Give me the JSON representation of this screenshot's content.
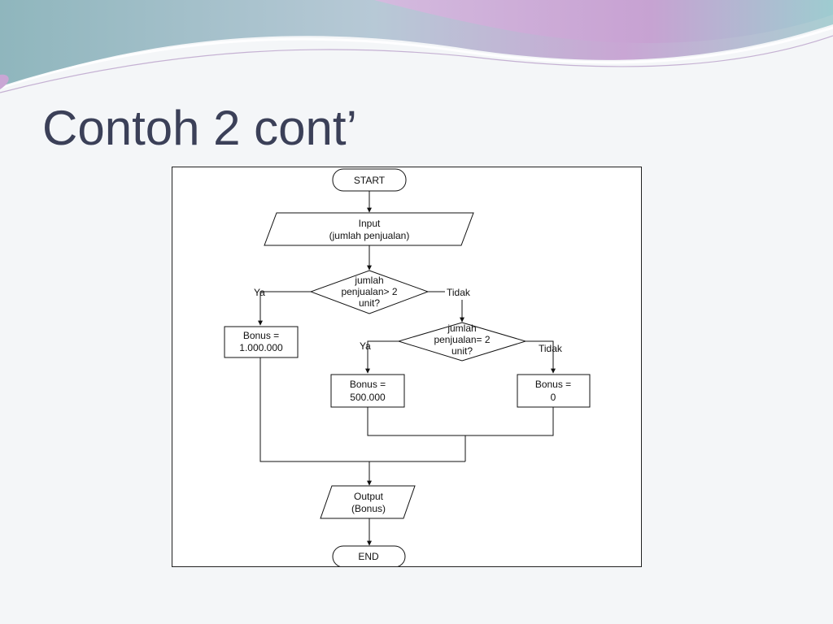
{
  "slide": {
    "title": "Contoh 2 cont’"
  },
  "flowchart": {
    "start": "START",
    "input_line1": "Input",
    "input_line2": "(jumlah penjualan)",
    "decision1_line1": "jumlah",
    "decision1_line2": "penjualan> 2",
    "decision1_line3": "unit?",
    "decision1_yes": "Ya",
    "decision1_no": "Tidak",
    "bonus1_line1": "Bonus =",
    "bonus1_line2": "1.000.000",
    "decision2_line1": "jumlah",
    "decision2_line2": "penjualan= 2",
    "decision2_line3": "unit?",
    "decision2_yes": "Ya",
    "decision2_no": "Tidak",
    "bonus2_line1": "Bonus =",
    "bonus2_line2": "500.000",
    "bonus3_line1": "Bonus =",
    "bonus3_line2": "0",
    "output_line1": "Output",
    "output_line2": "(Bonus)",
    "end": "END"
  },
  "colors": {
    "title": "#3b4058",
    "wave_purple": "#c9a6d4",
    "wave_teal": "#8fc4c8",
    "line": "#111111"
  }
}
